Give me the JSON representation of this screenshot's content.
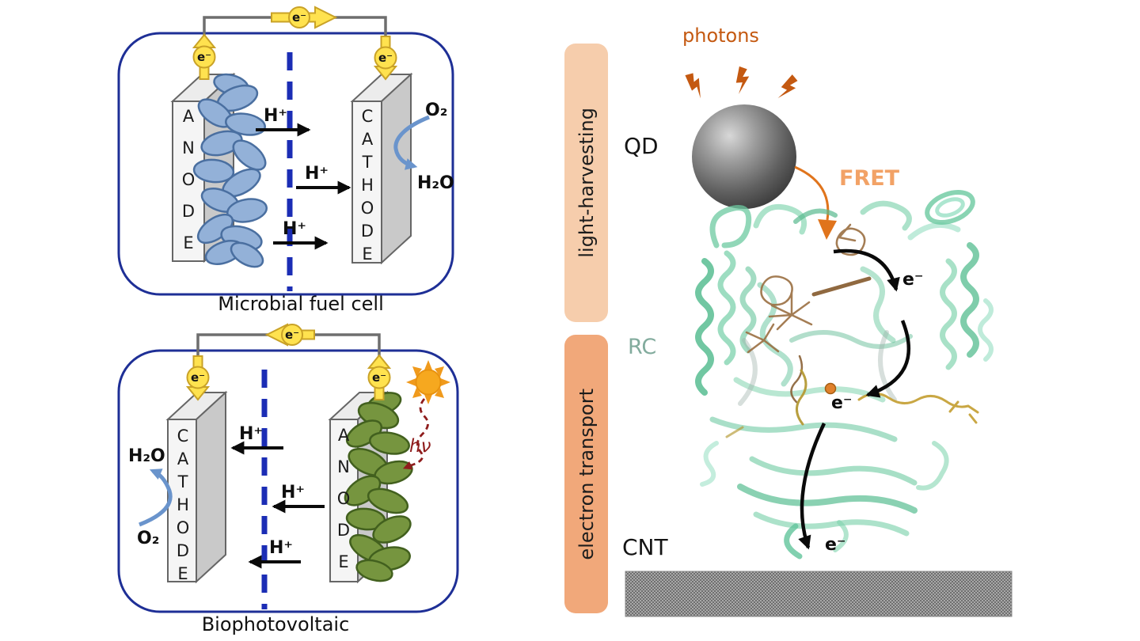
{
  "figure": {
    "left": {
      "microbial_fuel_cell": {
        "title": "Microbial fuel cell",
        "anode": "ANODE",
        "cathode": "CATHODE"
      },
      "biophotovoltaic": {
        "title": "Biophotovoltaic",
        "anode": "ANODE",
        "cathode": "CATHODE"
      }
    },
    "right": {
      "photons": "photons",
      "qd": "QD",
      "rc": "RC",
      "cnt": "CNT",
      "fret": "FRET",
      "bars": [
        {
          "label": "light-harvesting",
          "color": "#f6cdac"
        },
        {
          "label": "electron transport",
          "color": "#f1a87a"
        }
      ]
    },
    "symbols": {
      "electron": "e⁻",
      "proton": "H⁺",
      "oxygen": "O₂",
      "water": "H₂O",
      "photon_energy": "hν"
    }
  },
  "colors": {
    "container_border": "#1e2f96",
    "membrane": "#1b2db5",
    "wire": "#6e6e6e",
    "electron_yellow": "#ffe24f",
    "electron_yellow_border": "#c9a227",
    "bacteria_blue": "#93b1d8",
    "bacteria_blue_border": "#4a6fa0",
    "bacteria_green": "#76953f",
    "bacteria_green_border": "#42601e",
    "blue_arrow": "#6a94cc",
    "sun_orange": "#f6a81f",
    "hv_red": "#8f1d1d",
    "photon_orange": "#c45911",
    "fret_text": "#f2a266",
    "fret_arrow": "#e0741c",
    "protein_teal": "#62c49b",
    "pigment_brown": "#9b6f42",
    "carotenoid_yellow": "#c7a33a",
    "rc_text": "#82ab9d",
    "electrode_face": "#f5f5f5",
    "electrode_side": "#c9c9c9"
  }
}
